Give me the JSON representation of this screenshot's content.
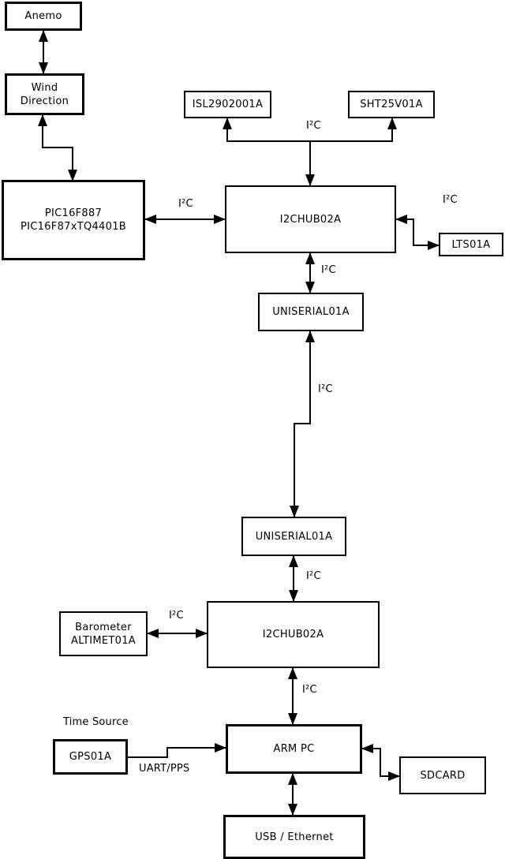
{
  "diagram": {
    "nodes": {
      "anemo": {
        "label": "Anemo"
      },
      "wind_direction": {
        "label": "Wind\nDirection"
      },
      "pic": {
        "label": "PIC16F887\nPIC16F87xTQ4401B"
      },
      "isl": {
        "label": "ISL2902001A"
      },
      "sht": {
        "label": "SHT25V01A"
      },
      "i2chub_top": {
        "label": "I2CHUB02A"
      },
      "lts": {
        "label": "LTS01A"
      },
      "uniserial_top": {
        "label": "UNISERIAL01A"
      },
      "uniserial_bottom": {
        "label": "UNISERIAL01A"
      },
      "i2chub_bottom": {
        "label": "I2CHUB02A"
      },
      "barometer": {
        "label": "Barometer\nALTIMET01A"
      },
      "gps": {
        "label": "GPS01A"
      },
      "arm_pc": {
        "label": "ARM PC"
      },
      "sdcard": {
        "label": "SDCARD"
      },
      "usb_ethernet": {
        "label": "USB / Ethernet"
      }
    },
    "edge_labels": {
      "i2c": "I²C",
      "uart_pps": "UART/PPS",
      "time_source": "Time Source"
    },
    "colors": {
      "background": "#ffffff",
      "line": "#000000",
      "box_fill": "#ffffff",
      "box_border": "#000000"
    }
  }
}
